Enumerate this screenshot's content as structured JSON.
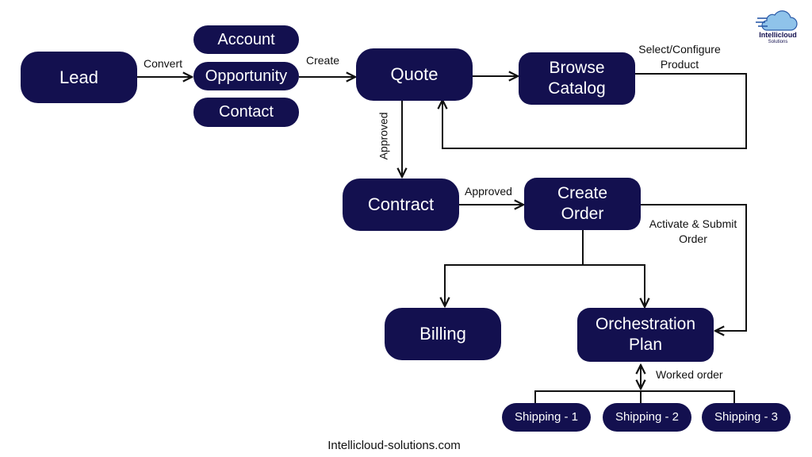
{
  "nodes": {
    "lead": "Lead",
    "account": "Account",
    "opportunity": "Opportunity",
    "contact": "Contact",
    "quote": "Quote",
    "browse_catalog": "Browse\nCatalog",
    "contract": "Contract",
    "create_order": "Create\nOrder",
    "billing": "Billing",
    "orchestration_plan": "Orchestration\nPlan",
    "shipping_1": "Shipping - 1",
    "shipping_2": "Shipping - 2",
    "shipping_3": "Shipping - 3"
  },
  "edge_labels": {
    "convert": "Convert",
    "create": "Create",
    "select_configure": "Select/Configure\nProduct",
    "approved_vertical": "Approved",
    "approved_horizontal": "Approved",
    "activate_submit": "Activate & Submit\nOrder",
    "worked_order": "Worked order"
  },
  "logo": {
    "name": "Intellicloud",
    "sub": "Solutions"
  },
  "footer": "Intellicloud-solutions.com",
  "colors": {
    "node_fill": "#13104f",
    "node_text": "#ffffff",
    "edge": "#111111"
  }
}
